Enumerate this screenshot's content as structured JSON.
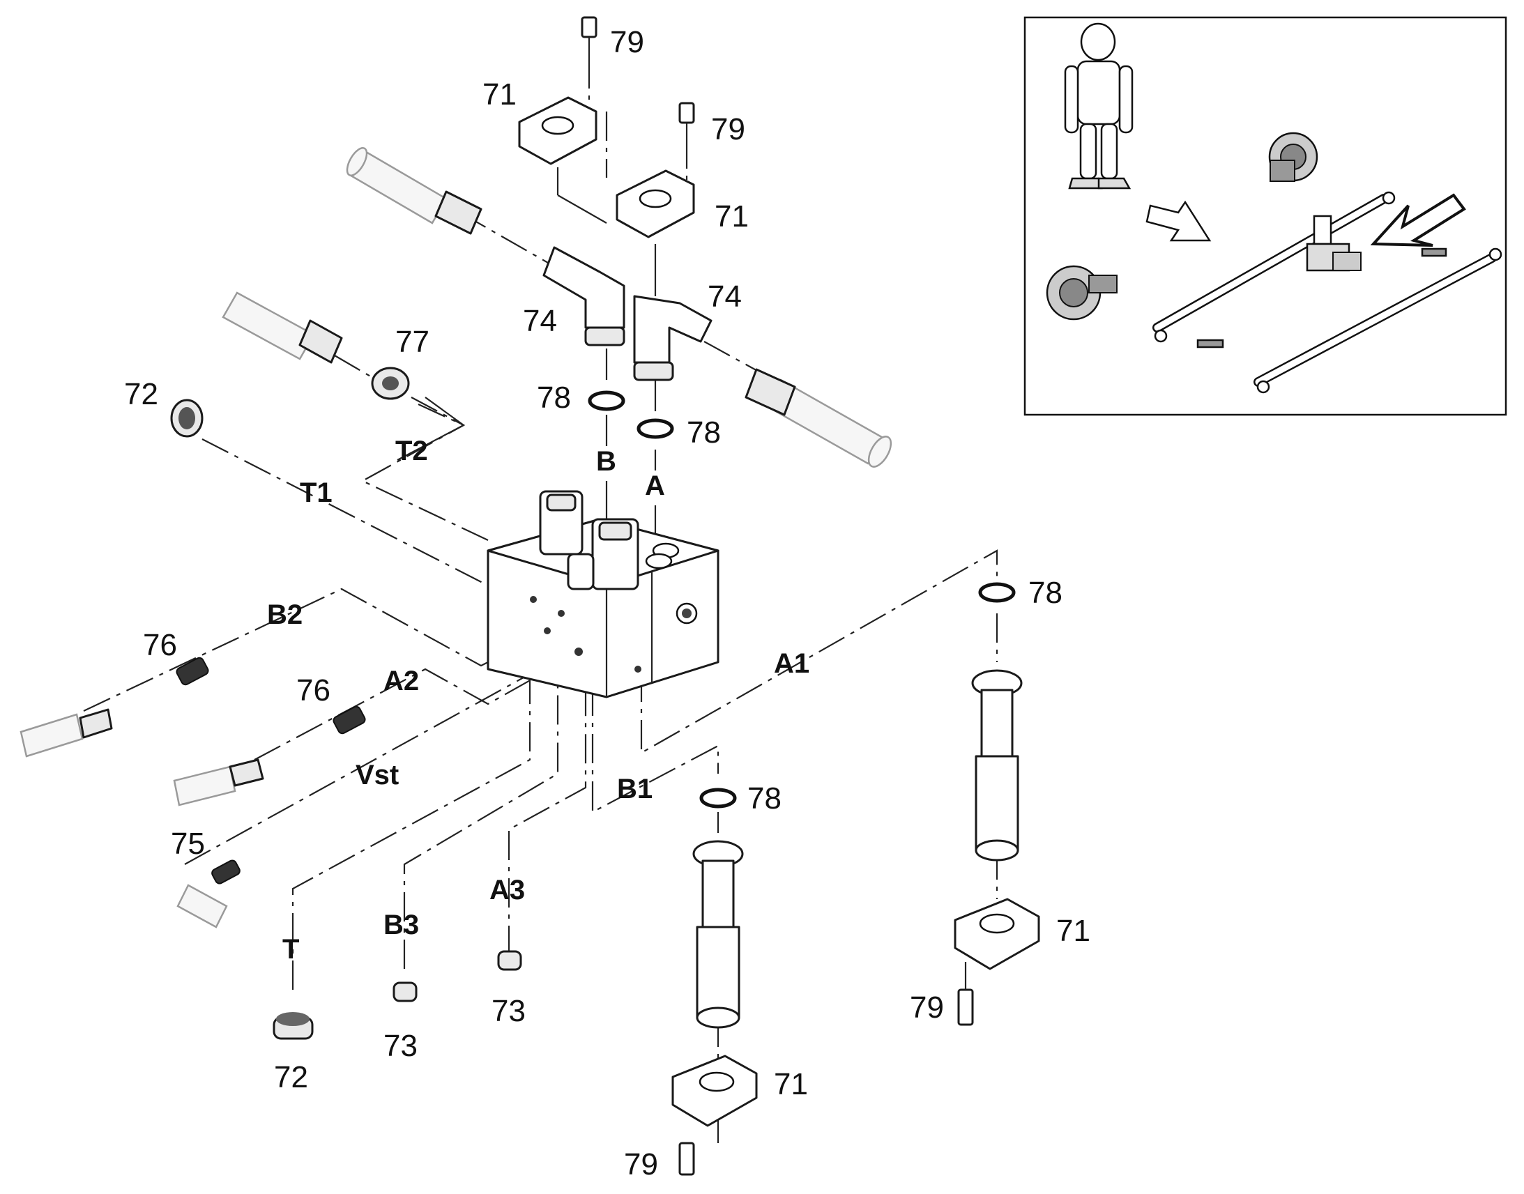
{
  "callouts": {
    "c71a": "71",
    "c71b": "71",
    "c71c": "71",
    "c71d": "71",
    "c72a": "72",
    "c72b": "72",
    "c73a": "73",
    "c73b": "73",
    "c74a": "74",
    "c74b": "74",
    "c75": "75",
    "c76a": "76",
    "c76b": "76",
    "c77": "77",
    "c78a": "78",
    "c78b": "78",
    "c78c": "78",
    "c78d": "78",
    "c79a": "79",
    "c79b": "79",
    "c79c": "79",
    "c79d": "79"
  },
  "ports": {
    "T1": "T1",
    "T2": "T2",
    "B": "B",
    "A": "A",
    "B2": "B2",
    "A2": "A2",
    "Vst": "Vst",
    "A1": "A1",
    "B1": "B1",
    "T": "T",
    "B3": "B3",
    "A3": "A3"
  },
  "icons": {
    "inset_overview": "machine-location-overview",
    "pointer_arrow": "location-arrow",
    "direction_arrow": "direction-arrow"
  }
}
